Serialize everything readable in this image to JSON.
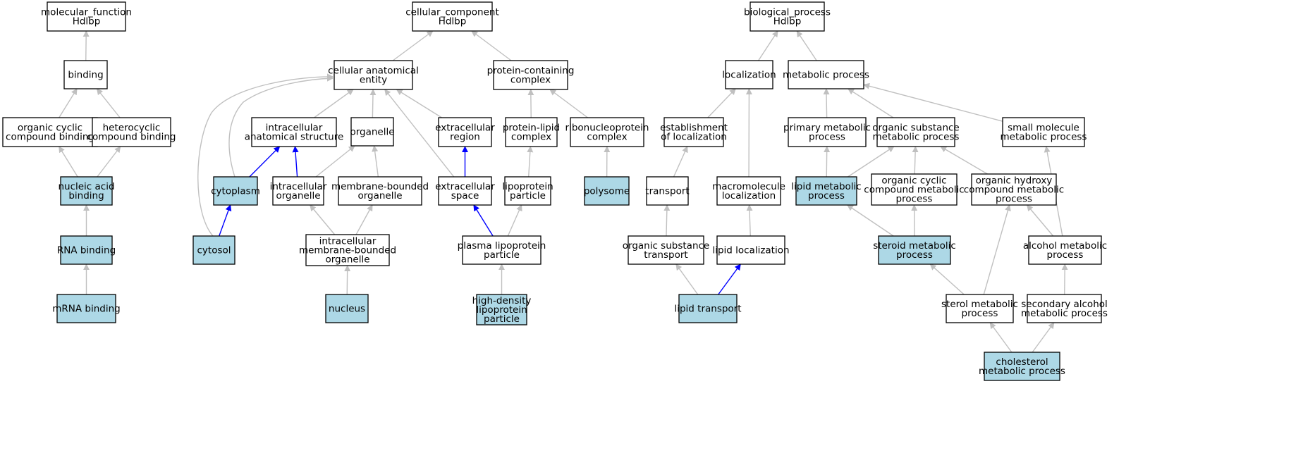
{
  "colors": {
    "highlight_fill": "#add8e6",
    "plain_fill": "#ffffff",
    "edge_gray": "#c0c0c0",
    "edge_blue": "#0000ff",
    "border": "#000000"
  },
  "nodes": [
    {
      "id": "mf_root",
      "lines": [
        "molecular_function",
        "Hdlbp"
      ],
      "highlighted": false
    },
    {
      "id": "binding",
      "lines": [
        "binding"
      ],
      "highlighted": false
    },
    {
      "id": "org_cyclic_binding",
      "lines": [
        "organic cyclic",
        "compound binding"
      ],
      "highlighted": false
    },
    {
      "id": "heterocyclic_binding",
      "lines": [
        "heterocyclic",
        "compound binding"
      ],
      "highlighted": false
    },
    {
      "id": "nucleic_acid_binding",
      "lines": [
        "nucleic acid",
        "binding"
      ],
      "highlighted": true
    },
    {
      "id": "rna_binding",
      "lines": [
        "RNA binding"
      ],
      "highlighted": true
    },
    {
      "id": "mrna_binding",
      "lines": [
        "mRNA binding"
      ],
      "highlighted": true
    },
    {
      "id": "cc_root",
      "lines": [
        "cellular_component",
        "Hdlbp"
      ],
      "highlighted": false
    },
    {
      "id": "cell_anat",
      "lines": [
        "cellular anatomical",
        "entity"
      ],
      "highlighted": false
    },
    {
      "id": "protein_complex",
      "lines": [
        "protein-containing",
        "complex"
      ],
      "highlighted": false
    },
    {
      "id": "intracell_anat",
      "lines": [
        "intracellular",
        "anatomical structure"
      ],
      "highlighted": false
    },
    {
      "id": "organelle",
      "lines": [
        "organelle"
      ],
      "highlighted": false
    },
    {
      "id": "extracell_region",
      "lines": [
        "extracellular",
        "region"
      ],
      "highlighted": false
    },
    {
      "id": "prot_lipid_complex",
      "lines": [
        "protein-lipid",
        "complex"
      ],
      "highlighted": false
    },
    {
      "id": "rnp_complex",
      "lines": [
        "ribonucleoprotein",
        "complex"
      ],
      "highlighted": false
    },
    {
      "id": "cytoplasm",
      "lines": [
        "cytoplasm"
      ],
      "highlighted": true
    },
    {
      "id": "intracell_organelle",
      "lines": [
        "intracellular",
        "organelle"
      ],
      "highlighted": false
    },
    {
      "id": "membrane_organelle",
      "lines": [
        "membrane-bounded",
        "organelle"
      ],
      "highlighted": false
    },
    {
      "id": "extracell_space",
      "lines": [
        "extracellular",
        "space"
      ],
      "highlighted": false
    },
    {
      "id": "lipoprotein_particle",
      "lines": [
        "lipoprotein",
        "particle"
      ],
      "highlighted": false
    },
    {
      "id": "polysome",
      "lines": [
        "polysome"
      ],
      "highlighted": true
    },
    {
      "id": "cytosol",
      "lines": [
        "cytosol"
      ],
      "highlighted": true
    },
    {
      "id": "intracell_membrane_organelle",
      "lines": [
        "intracellular",
        "membrane-bounded",
        "organelle"
      ],
      "highlighted": false
    },
    {
      "id": "plasma_lipoprotein",
      "lines": [
        "plasma lipoprotein",
        "particle"
      ],
      "highlighted": false
    },
    {
      "id": "nucleus",
      "lines": [
        "nucleus"
      ],
      "highlighted": true
    },
    {
      "id": "hdl_particle",
      "lines": [
        "high-density",
        "lipoprotein",
        "particle"
      ],
      "highlighted": true
    },
    {
      "id": "bp_root",
      "lines": [
        "biological_process",
        "Hdlbp"
      ],
      "highlighted": false
    },
    {
      "id": "localization",
      "lines": [
        "localization"
      ],
      "highlighted": false
    },
    {
      "id": "metabolic",
      "lines": [
        "metabolic process"
      ],
      "highlighted": false
    },
    {
      "id": "establish_loc",
      "lines": [
        "establishment",
        "of localization"
      ],
      "highlighted": false
    },
    {
      "id": "primary_metabolic",
      "lines": [
        "primary metabolic",
        "process"
      ],
      "highlighted": false
    },
    {
      "id": "org_subst_metabolic",
      "lines": [
        "organic substance",
        "metabolic process"
      ],
      "highlighted": false
    },
    {
      "id": "small_mol_metabolic",
      "lines": [
        "small molecule",
        "metabolic process"
      ],
      "highlighted": false
    },
    {
      "id": "transport",
      "lines": [
        "transport"
      ],
      "highlighted": false
    },
    {
      "id": "macromol_loc",
      "lines": [
        "macromolecule",
        "localization"
      ],
      "highlighted": false
    },
    {
      "id": "lipid_metabolic",
      "lines": [
        "lipid metabolic",
        "process"
      ],
      "highlighted": true
    },
    {
      "id": "org_cyclic_metabolic",
      "lines": [
        "organic cyclic",
        "compound metabolic",
        "process"
      ],
      "highlighted": false
    },
    {
      "id": "org_hydroxy_metabolic",
      "lines": [
        "organic hydroxy",
        "compound metabolic",
        "process"
      ],
      "highlighted": false
    },
    {
      "id": "org_subst_transport",
      "lines": [
        "organic substance",
        "transport"
      ],
      "highlighted": false
    },
    {
      "id": "lipid_localization",
      "lines": [
        "lipid localization"
      ],
      "highlighted": false
    },
    {
      "id": "steroid_metabolic",
      "lines": [
        "steroid metabolic",
        "process"
      ],
      "highlighted": true
    },
    {
      "id": "alcohol_metabolic",
      "lines": [
        "alcohol metabolic",
        "process"
      ],
      "highlighted": false
    },
    {
      "id": "lipid_transport",
      "lines": [
        "lipid transport"
      ],
      "highlighted": true
    },
    {
      "id": "sterol_metabolic",
      "lines": [
        "sterol metabolic",
        "process"
      ],
      "highlighted": false
    },
    {
      "id": "secondary_alcohol",
      "lines": [
        "secondary alcohol",
        "metabolic process"
      ],
      "highlighted": false
    },
    {
      "id": "cholesterol_metabolic",
      "lines": [
        "cholesterol",
        "metabolic process"
      ],
      "highlighted": true
    }
  ],
  "edges": [
    {
      "from": "binding",
      "to": "mf_root",
      "color": "gray"
    },
    {
      "from": "org_cyclic_binding",
      "to": "binding",
      "color": "gray"
    },
    {
      "from": "heterocyclic_binding",
      "to": "binding",
      "color": "gray"
    },
    {
      "from": "nucleic_acid_binding",
      "to": "org_cyclic_binding",
      "color": "gray"
    },
    {
      "from": "nucleic_acid_binding",
      "to": "heterocyclic_binding",
      "color": "gray"
    },
    {
      "from": "rna_binding",
      "to": "nucleic_acid_binding",
      "color": "gray"
    },
    {
      "from": "mrna_binding",
      "to": "rna_binding",
      "color": "gray"
    },
    {
      "from": "cell_anat",
      "to": "cc_root",
      "color": "gray"
    },
    {
      "from": "protein_complex",
      "to": "cc_root",
      "color": "gray"
    },
    {
      "from": "intracell_anat",
      "to": "cell_anat",
      "color": "gray"
    },
    {
      "from": "organelle",
      "to": "cell_anat",
      "color": "gray"
    },
    {
      "from": "extracell_region",
      "to": "cell_anat",
      "color": "gray"
    },
    {
      "from": "cytoplasm",
      "to": "cell_anat",
      "color": "gray"
    },
    {
      "from": "cytosol",
      "to": "cell_anat",
      "color": "gray"
    },
    {
      "from": "extracell_space",
      "to": "cell_anat",
      "color": "gray"
    },
    {
      "from": "prot_lipid_complex",
      "to": "protein_complex",
      "color": "gray"
    },
    {
      "from": "rnp_complex",
      "to": "protein_complex",
      "color": "gray"
    },
    {
      "from": "cytoplasm",
      "to": "intracell_anat",
      "color": "blue"
    },
    {
      "from": "intracell_organelle",
      "to": "intracell_anat",
      "color": "blue"
    },
    {
      "from": "intracell_organelle",
      "to": "organelle",
      "color": "gray"
    },
    {
      "from": "membrane_organelle",
      "to": "organelle",
      "color": "gray"
    },
    {
      "from": "extracell_space",
      "to": "extracell_region",
      "color": "blue"
    },
    {
      "from": "lipoprotein_particle",
      "to": "prot_lipid_complex",
      "color": "gray"
    },
    {
      "from": "polysome",
      "to": "rnp_complex",
      "color": "gray"
    },
    {
      "from": "cytosol",
      "to": "cytoplasm",
      "color": "blue"
    },
    {
      "from": "intracell_membrane_organelle",
      "to": "intracell_organelle",
      "color": "gray"
    },
    {
      "from": "intracell_membrane_organelle",
      "to": "membrane_organelle",
      "color": "gray"
    },
    {
      "from": "plasma_lipoprotein",
      "to": "extracell_space",
      "color": "blue"
    },
    {
      "from": "plasma_lipoprotein",
      "to": "lipoprotein_particle",
      "color": "gray"
    },
    {
      "from": "nucleus",
      "to": "intracell_membrane_organelle",
      "color": "gray"
    },
    {
      "from": "hdl_particle",
      "to": "plasma_lipoprotein",
      "color": "gray"
    },
    {
      "from": "localization",
      "to": "bp_root",
      "color": "gray"
    },
    {
      "from": "metabolic",
      "to": "bp_root",
      "color": "gray"
    },
    {
      "from": "establish_loc",
      "to": "localization",
      "color": "gray"
    },
    {
      "from": "macromol_loc",
      "to": "localization",
      "color": "gray"
    },
    {
      "from": "primary_metabolic",
      "to": "metabolic",
      "color": "gray"
    },
    {
      "from": "org_subst_metabolic",
      "to": "metabolic",
      "color": "gray"
    },
    {
      "from": "small_mol_metabolic",
      "to": "metabolic",
      "color": "gray"
    },
    {
      "from": "transport",
      "to": "establish_loc",
      "color": "gray"
    },
    {
      "from": "lipid_metabolic",
      "to": "primary_metabolic",
      "color": "gray"
    },
    {
      "from": "lipid_metabolic",
      "to": "org_subst_metabolic",
      "color": "gray"
    },
    {
      "from": "org_cyclic_metabolic",
      "to": "org_subst_metabolic",
      "color": "gray"
    },
    {
      "from": "org_hydroxy_metabolic",
      "to": "org_subst_metabolic",
      "color": "gray"
    },
    {
      "from": "org_subst_transport",
      "to": "transport",
      "color": "gray"
    },
    {
      "from": "lipid_localization",
      "to": "macromol_loc",
      "color": "gray"
    },
    {
      "from": "steroid_metabolic",
      "to": "lipid_metabolic",
      "color": "gray"
    },
    {
      "from": "steroid_metabolic",
      "to": "org_cyclic_metabolic",
      "color": "gray"
    },
    {
      "from": "alcohol_metabolic",
      "to": "org_hydroxy_metabolic",
      "color": "gray"
    },
    {
      "from": "alcohol_metabolic",
      "to": "small_mol_metabolic",
      "color": "gray"
    },
    {
      "from": "lipid_transport",
      "to": "org_subst_transport",
      "color": "gray"
    },
    {
      "from": "lipid_transport",
      "to": "lipid_localization",
      "color": "blue"
    },
    {
      "from": "sterol_metabolic",
      "to": "steroid_metabolic",
      "color": "gray"
    },
    {
      "from": "sterol_metabolic",
      "to": "org_hydroxy_metabolic",
      "color": "gray"
    },
    {
      "from": "secondary_alcohol",
      "to": "alcohol_metabolic",
      "color": "gray"
    },
    {
      "from": "cholesterol_metabolic",
      "to": "sterol_metabolic",
      "color": "gray"
    },
    {
      "from": "cholesterol_metabolic",
      "to": "secondary_alcohol",
      "color": "gray"
    }
  ]
}
